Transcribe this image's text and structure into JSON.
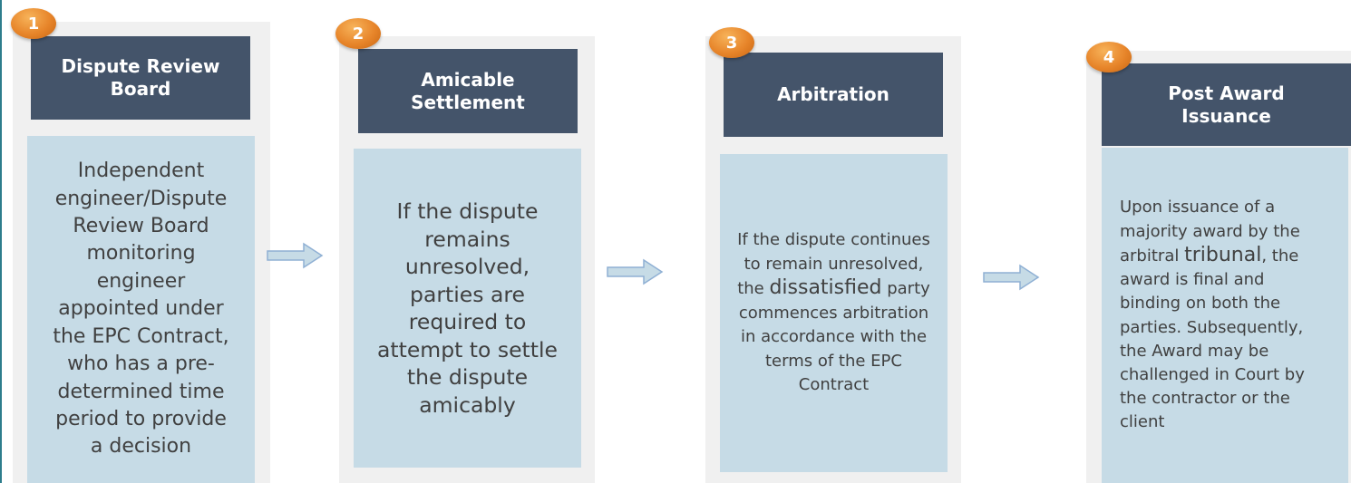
{
  "steps": [
    {
      "number": "1",
      "title": "Dispute Review\nBoard",
      "description": "Independent engineer/Dispute Review Board monitoring engineer appointed under the EPC Contract, who has a pre-determined time period to provide a decision"
    },
    {
      "number": "2",
      "title": "Amicable\nSettlement",
      "description": "If the dispute remains unresolved, parties are required to attempt to settle the dispute amicably"
    },
    {
      "number": "3",
      "title": "Arbitration",
      "description_parts": [
        "If the dispute continues to remain unresolved, the ",
        "dissatisfied",
        " party commences arbitration in accordance with the terms of the EPC Contract"
      ]
    },
    {
      "number": "4",
      "title": "Post  Award\nIssuance",
      "description_parts": [
        "Upon issuance of a majority award by the arbitral ",
        "tribunal",
        ", the award is final and binding on both the parties. Subsequently, the Award may be challenged in Court by the contractor or the client"
      ]
    }
  ],
  "colors": {
    "header_bg": "#44546a",
    "body_bg": "#c6dbe6",
    "badge": "#e7852a",
    "arrow_fill": "#c6dbe6",
    "arrow_stroke": "#8fb0d4",
    "panel_bg": "#f0f0f0"
  }
}
